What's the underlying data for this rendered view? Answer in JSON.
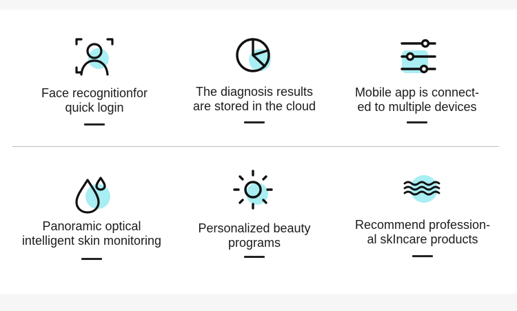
{
  "colors": {
    "accent": "#a9eef3",
    "icon_stroke": "#111111",
    "text": "#1b1b1b",
    "divider": "#bdbdbd"
  },
  "features": [
    {
      "icon": "face-recognition-icon",
      "line1": "Face recognitionfor",
      "line2": "quick login"
    },
    {
      "icon": "pie-chart-icon",
      "line1": "The diagnosis results",
      "line2": "are stored in the cloud"
    },
    {
      "icon": "sliders-icon",
      "line1": "Mobile app is connect-",
      "line2": "ed to multiple devices"
    },
    {
      "icon": "water-drops-icon",
      "line1": "Panoramic optical",
      "line2": "intelligent skin monitoring"
    },
    {
      "icon": "sun-icon",
      "line1": "Personalized beauty",
      "line2": "programs"
    },
    {
      "icon": "waves-icon",
      "line1": "Recommend profession-",
      "line2": "al skIncare products"
    }
  ]
}
